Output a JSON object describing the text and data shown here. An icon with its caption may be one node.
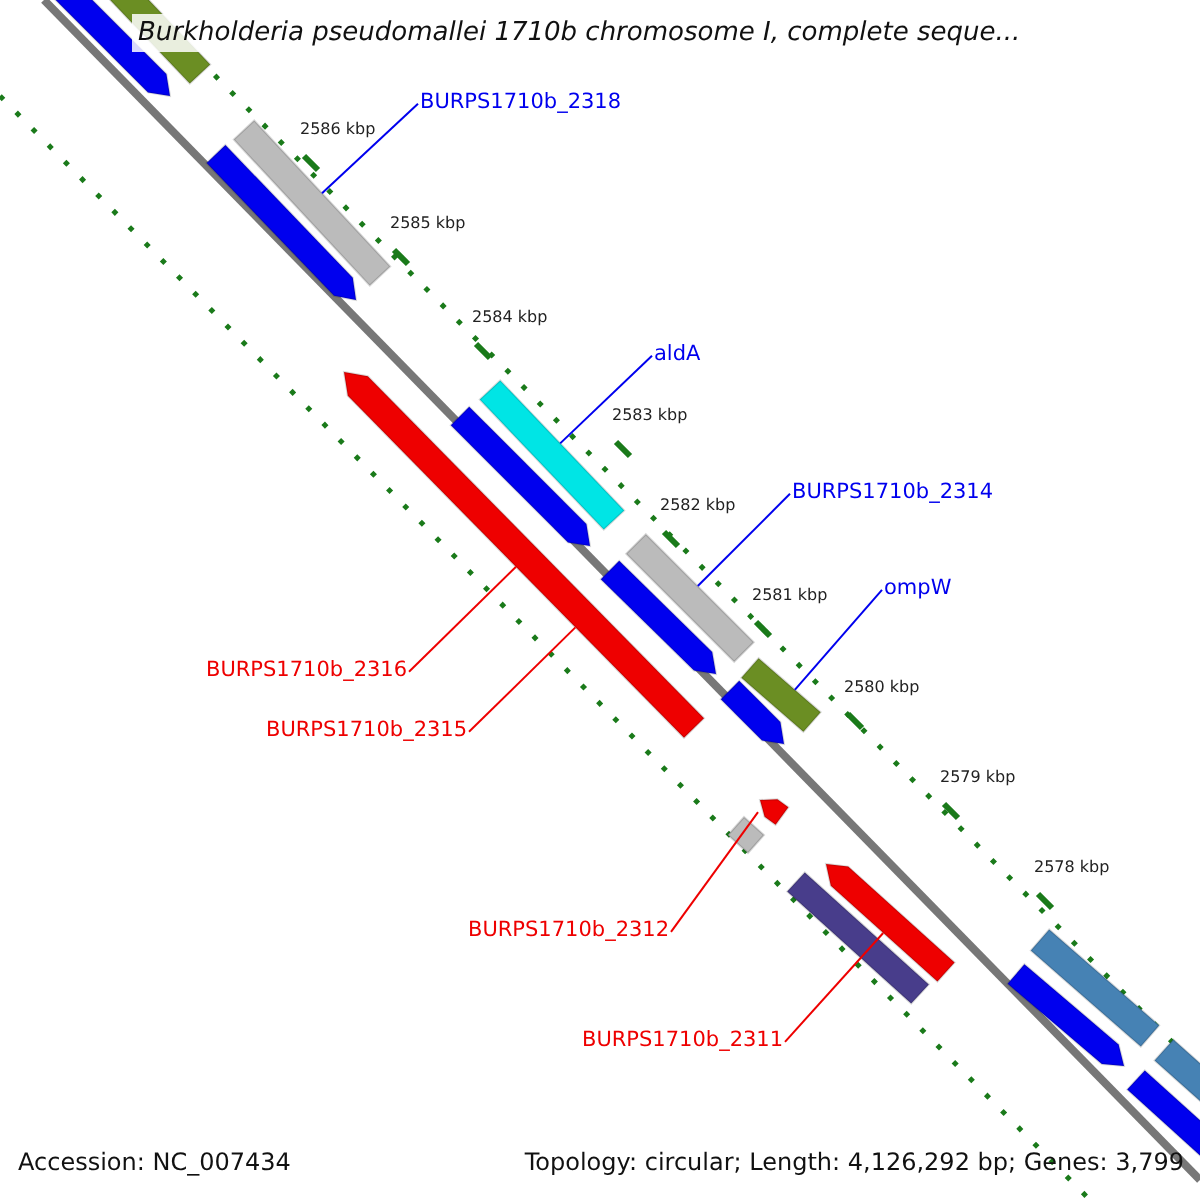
{
  "diagram": {
    "title": "Burkholderia pseudomallei 1710b chromosome I, complete seque...",
    "nodes": [
      {
        "text": [
          "BURPS1710b_2318"
        ]
      },
      {
        "text": [],
        "shape": "bar"
      },
      {
        "text": [
          "aldA"
        ]
      },
      {
        "text": [],
        "shape": "bar"
      },
      {
        "text": [
          "BURPS1710b_2314"
        ]
      },
      {
        "text": [],
        "shape": "bar"
      },
      {
        "text": [
          "ompW"
        ]
      },
      {
        "text": [],
        "shape": "bar"
      },
      {
        "text": [
          "BURPS1710b_2316"
        ]
      },
      {
        "text": [
          "BURPS1710b_2315"
        ]
      },
      {
        "text": [],
        "shape": "arrow"
      },
      {
        "text": [
          "BURPS1710b_2312"
        ]
      },
      {
        "text": [],
        "shape": "arrow"
      },
      {
        "text": [
          "BURPS1710b_2311"
        ]
      },
      {
        "text": [],
        "shape": "arrow"
      }
    ],
    "edges": [
      {
        "from": 0,
        "to": 1,
        "arrow": "none"
      },
      {
        "from": 2,
        "to": 3,
        "arrow": "none"
      },
      {
        "from": 4,
        "to": 5,
        "arrow": "none"
      },
      {
        "from": 6,
        "to": 7,
        "arrow": "none"
      },
      {
        "from": 8,
        "to": 10,
        "arrow": "none",
        "color": "#ee0000"
      },
      {
        "from": 9,
        "to": 10,
        "arrow": "none",
        "color": "#ee0000"
      },
      {
        "from": 11,
        "to": 12,
        "arrow": "none",
        "color": "#ee0000"
      },
      {
        "from": 13,
        "to": 14,
        "arrow": "none",
        "color": "#ee0000"
      }
    ],
    "labels": [
      "2586 kbp",
      "2585 kbp",
      "2584 kbp",
      "2583 kbp",
      "2582 kbp",
      "2581 kbp",
      "2580 kbp",
      "2579 kbp",
      "2578 kbp",
      "Accession: NC_007434",
      "Topology: circular; Length: 4,126,292 bp; Genes: 3,799"
    ]
  }
}
